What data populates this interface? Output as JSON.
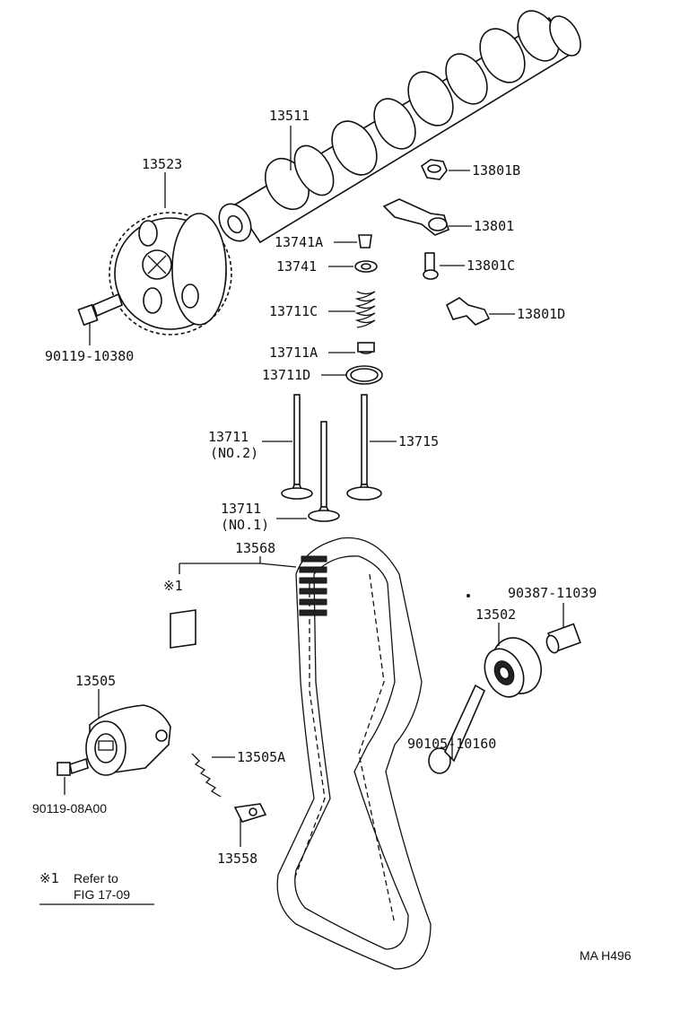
{
  "labels": {
    "camshaft": "13511",
    "cam_pulley": "13523",
    "pulley_bolt": "90119-10380",
    "nut": "13801B",
    "rocker_arm": "13801",
    "rocker_screw": "13801C",
    "rocker_clip": "13801D",
    "retainer_lock": "13741A",
    "spring_retainer": "13741",
    "valve_spring": "13711C",
    "spring_seat_upper": "13711A",
    "spring_seat": "13711D",
    "intake_valve_no2": "13711",
    "intake_valve_no2_note": "(NO.2)",
    "exhaust_valve": "13715",
    "intake_valve_no1": "13711",
    "intake_valve_no1_note": "(NO.1)",
    "timing_belt": "13568",
    "ref_mark": "※1",
    "idler_pin": "90387-11039",
    "idler_pulley": "13502",
    "idler_bolt": "90105-10160",
    "tensioner": "13505",
    "tensioner_bolt": "90119-08A00",
    "tensioner_spring": "13505A",
    "spring_bracket": "13558",
    "note_mark": "※1",
    "note_line1": "Refer to",
    "note_line2": "FIG 17-09",
    "diagram_code": "MA H496"
  }
}
